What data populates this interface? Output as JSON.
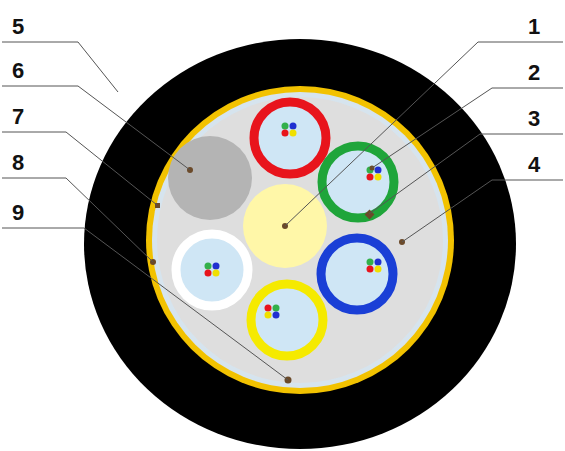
{
  "diagram": {
    "labels": [
      "5",
      "1",
      "6",
      "2",
      "7",
      "3",
      "8",
      "4",
      "9"
    ]
  }
}
